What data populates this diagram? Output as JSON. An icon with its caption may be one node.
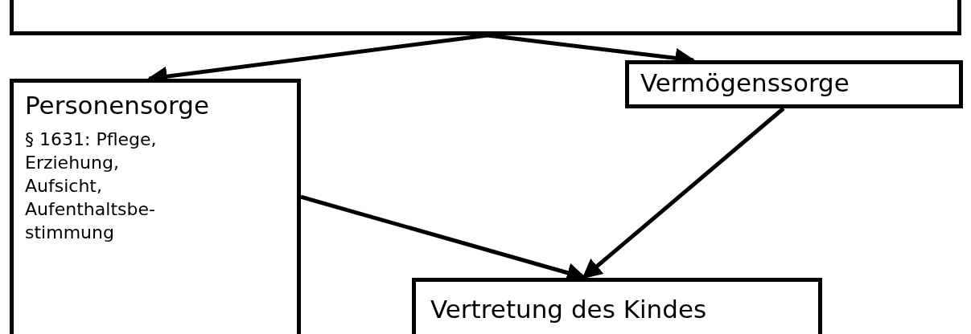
{
  "diagram": {
    "nodes": [
      {
        "text": [],
        "shape": "box"
      },
      {
        "text": [
          "Personensorge",
          "§ 1631: Pflege, Erziehung, Aufsicht, Aufenthaltsbe- stimmung"
        ]
      },
      {
        "text": [
          "Vermögenssorge"
        ]
      },
      {
        "text": [
          "Vertretung des Kindes"
        ]
      }
    ],
    "edges": [
      {
        "from": 0,
        "to": 1,
        "arrow": "to"
      },
      {
        "from": 0,
        "to": 2,
        "arrow": "to"
      },
      {
        "from": 1,
        "to": 3,
        "arrow": "to"
      },
      {
        "from": 2,
        "to": 3,
        "arrow": "to"
      }
    ]
  }
}
